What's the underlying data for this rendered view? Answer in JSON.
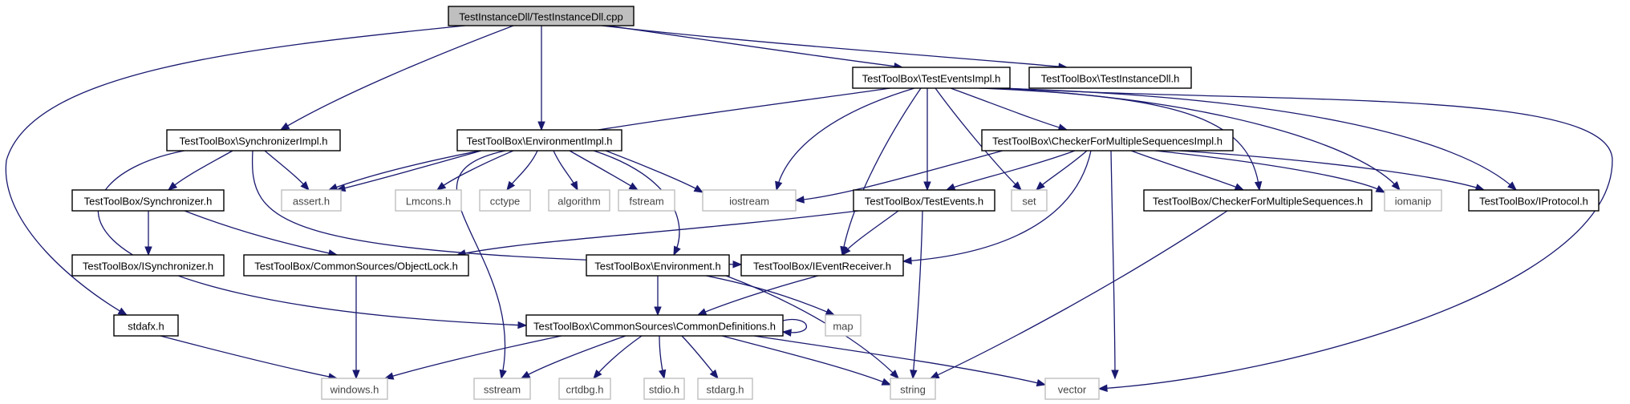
{
  "nodes": [
    {
      "id": "root",
      "label": "TestInstanceDll/TestInstanceDll.cpp",
      "style": "root"
    },
    {
      "id": "teventsimpl",
      "label": "TestToolBox\\TestEventsImpl.h",
      "style": "solid"
    },
    {
      "id": "tinstdll",
      "label": "TestToolBox\\TestInstanceDll.h",
      "style": "solid"
    },
    {
      "id": "syncimpl",
      "label": "TestToolBox\\SynchronizerImpl.h",
      "style": "solid"
    },
    {
      "id": "envimpl",
      "label": "TestToolBox\\EnvironmentImpl.h",
      "style": "solid"
    },
    {
      "id": "checkerimpl",
      "label": "TestToolBox\\CheckerForMultipleSequencesImpl.h",
      "style": "solid"
    },
    {
      "id": "sync",
      "label": "TestToolBox/Synchronizer.h",
      "style": "solid"
    },
    {
      "id": "assert",
      "label": "assert.h",
      "style": "gray"
    },
    {
      "id": "lmcons",
      "label": "Lmcons.h",
      "style": "gray"
    },
    {
      "id": "cctype",
      "label": "cctype",
      "style": "gray"
    },
    {
      "id": "algorithm",
      "label": "algorithm",
      "style": "gray"
    },
    {
      "id": "fstream",
      "label": "fstream",
      "style": "gray"
    },
    {
      "id": "iostream",
      "label": "iostream",
      "style": "gray"
    },
    {
      "id": "tevents",
      "label": "TestToolBox/TestEvents.h",
      "style": "solid"
    },
    {
      "id": "set",
      "label": "set",
      "style": "gray"
    },
    {
      "id": "checker",
      "label": "TestToolBox/CheckerForMultipleSequences.h",
      "style": "solid"
    },
    {
      "id": "iomanip",
      "label": "iomanip",
      "style": "gray"
    },
    {
      "id": "iprotocol",
      "label": "TestToolBox/IProtocol.h",
      "style": "solid"
    },
    {
      "id": "isync",
      "label": "TestToolBox/ISynchronizer.h",
      "style": "solid"
    },
    {
      "id": "objlock",
      "label": "TestToolBox/CommonSources/ObjectLock.h",
      "style": "solid"
    },
    {
      "id": "env",
      "label": "TestToolBox\\Environment.h",
      "style": "solid"
    },
    {
      "id": "ieventrecv",
      "label": "TestToolBox/IEventReceiver.h",
      "style": "solid"
    },
    {
      "id": "stdafx",
      "label": "stdafx.h",
      "style": "solid"
    },
    {
      "id": "commondefs",
      "label": "TestToolBox\\CommonSources\\CommonDefinitions.h",
      "style": "solid"
    },
    {
      "id": "map",
      "label": "map",
      "style": "gray"
    },
    {
      "id": "windows",
      "label": "windows.h",
      "style": "gray"
    },
    {
      "id": "sstream",
      "label": "sstream",
      "style": "gray"
    },
    {
      "id": "crtdbg",
      "label": "crtdbg.h",
      "style": "gray"
    },
    {
      "id": "stdio",
      "label": "stdio.h",
      "style": "gray"
    },
    {
      "id": "stdarg",
      "label": "stdarg.h",
      "style": "gray"
    },
    {
      "id": "string",
      "label": "string",
      "style": "gray"
    },
    {
      "id": "vector",
      "label": "vector",
      "style": "gray"
    }
  ],
  "edges": [
    {
      "from": "root",
      "to": "teventsimpl"
    },
    {
      "from": "root",
      "to": "tinstdll"
    },
    {
      "from": "root",
      "to": "syncimpl"
    },
    {
      "from": "root",
      "to": "envimpl"
    },
    {
      "from": "root",
      "to": "stdafx"
    },
    {
      "from": "teventsimpl",
      "to": "assert"
    },
    {
      "from": "teventsimpl",
      "to": "iostream"
    },
    {
      "from": "teventsimpl",
      "to": "ieventrecv"
    },
    {
      "from": "teventsimpl",
      "to": "tevents"
    },
    {
      "from": "teventsimpl",
      "to": "set"
    },
    {
      "from": "teventsimpl",
      "to": "checkerimpl"
    },
    {
      "from": "teventsimpl",
      "to": "checker"
    },
    {
      "from": "teventsimpl",
      "to": "iomanip"
    },
    {
      "from": "teventsimpl",
      "to": "iprotocol"
    },
    {
      "from": "teventsimpl",
      "to": "vector"
    },
    {
      "from": "syncimpl",
      "to": "sync"
    },
    {
      "from": "syncimpl",
      "to": "assert"
    },
    {
      "from": "syncimpl",
      "to": "ieventrecv"
    },
    {
      "from": "syncimpl",
      "to": "commondefs"
    },
    {
      "from": "envimpl",
      "to": "assert"
    },
    {
      "from": "envimpl",
      "to": "lmcons"
    },
    {
      "from": "envimpl",
      "to": "cctype"
    },
    {
      "from": "envimpl",
      "to": "algorithm"
    },
    {
      "from": "envimpl",
      "to": "fstream"
    },
    {
      "from": "envimpl",
      "to": "iostream"
    },
    {
      "from": "envimpl",
      "to": "env"
    },
    {
      "from": "envimpl",
      "to": "sstream"
    },
    {
      "from": "checkerimpl",
      "to": "iostream"
    },
    {
      "from": "checkerimpl",
      "to": "tevents"
    },
    {
      "from": "checkerimpl",
      "to": "set"
    },
    {
      "from": "checkerimpl",
      "to": "checker"
    },
    {
      "from": "checkerimpl",
      "to": "iomanip"
    },
    {
      "from": "checkerimpl",
      "to": "iprotocol"
    },
    {
      "from": "checkerimpl",
      "to": "ieventrecv"
    },
    {
      "from": "checkerimpl",
      "to": "vector"
    },
    {
      "from": "sync",
      "to": "isync"
    },
    {
      "from": "sync",
      "to": "objlock"
    },
    {
      "from": "tevents",
      "to": "objlock"
    },
    {
      "from": "tevents",
      "to": "ieventrecv"
    },
    {
      "from": "tevents",
      "to": "string"
    },
    {
      "from": "checker",
      "to": "string"
    },
    {
      "from": "objlock",
      "to": "windows"
    },
    {
      "from": "env",
      "to": "commondefs"
    },
    {
      "from": "env",
      "to": "map"
    },
    {
      "from": "env",
      "to": "string"
    },
    {
      "from": "ieventrecv",
      "to": "commondefs"
    },
    {
      "from": "stdafx",
      "to": "windows"
    },
    {
      "from": "commondefs",
      "to": "commondefs"
    },
    {
      "from": "commondefs",
      "to": "windows"
    },
    {
      "from": "commondefs",
      "to": "sstream"
    },
    {
      "from": "commondefs",
      "to": "crtdbg"
    },
    {
      "from": "commondefs",
      "to": "stdio"
    },
    {
      "from": "commondefs",
      "to": "stdarg"
    },
    {
      "from": "commondefs",
      "to": "string"
    },
    {
      "from": "commondefs",
      "to": "vector"
    }
  ]
}
